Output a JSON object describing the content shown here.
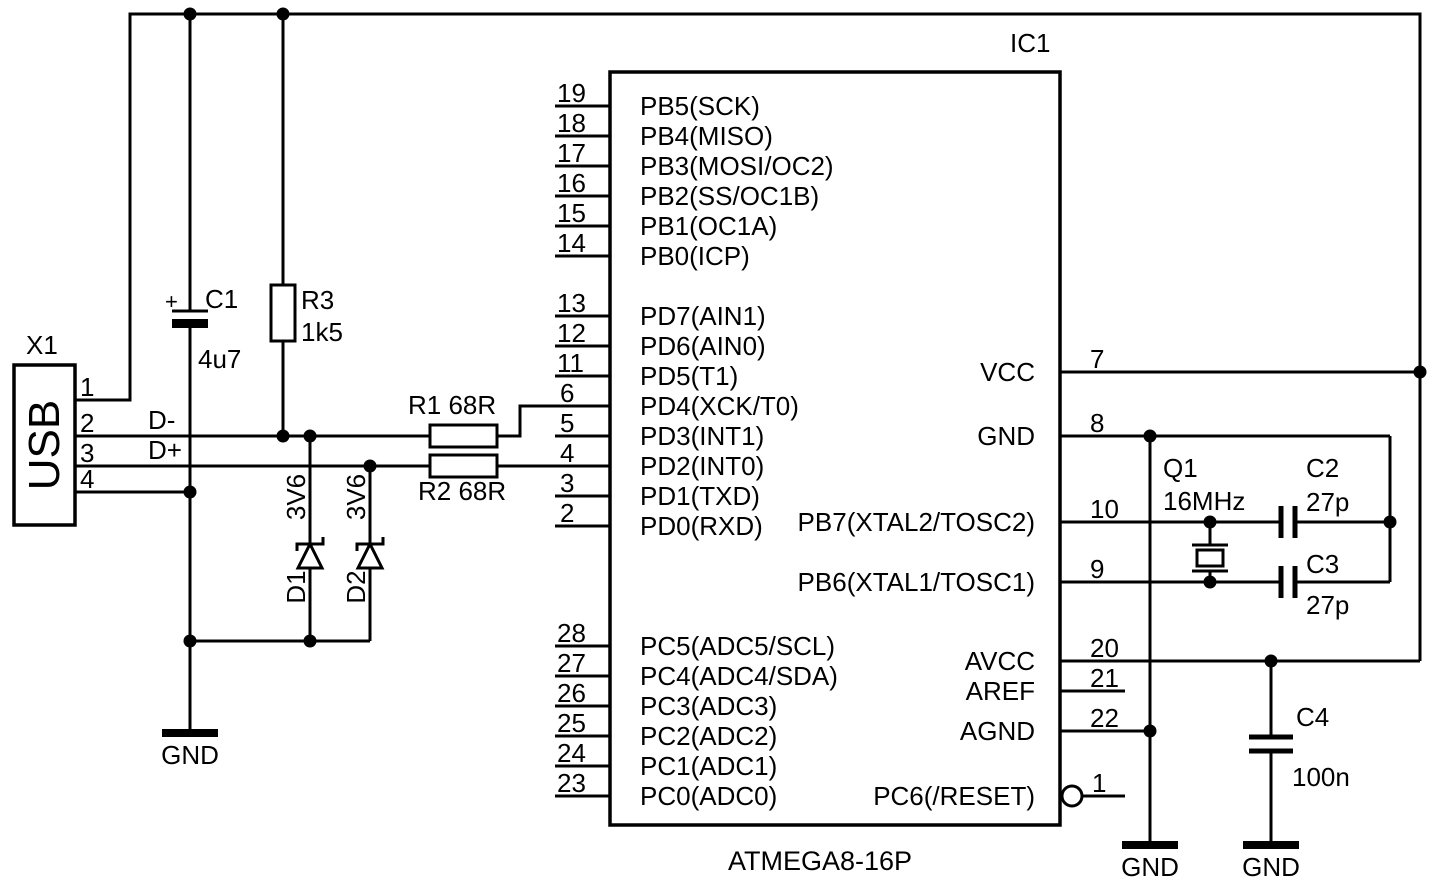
{
  "ic": {
    "designator": "IC1",
    "part": "ATMEGA8-16P",
    "left_pins": [
      {
        "num": "19",
        "label": "PB5(SCK)"
      },
      {
        "num": "18",
        "label": "PB4(MISO)"
      },
      {
        "num": "17",
        "label": "PB3(MOSI/OC2)"
      },
      {
        "num": "16",
        "label": "PB2(SS/OC1B)"
      },
      {
        "num": "15",
        "label": "PB1(OC1A)"
      },
      {
        "num": "14",
        "label": "PB0(ICP)"
      },
      {
        "num": "13",
        "label": "PD7(AIN1)"
      },
      {
        "num": "12",
        "label": "PD6(AIN0)"
      },
      {
        "num": "11",
        "label": "PD5(T1)"
      },
      {
        "num": "6",
        "label": "PD4(XCK/T0)"
      },
      {
        "num": "5",
        "label": "PD3(INT1)"
      },
      {
        "num": "4",
        "label": "PD2(INT0)"
      },
      {
        "num": "3",
        "label": "PD1(TXD)"
      },
      {
        "num": "2",
        "label": "PD0(RXD)"
      },
      {
        "num": "28",
        "label": "PC5(ADC5/SCL)"
      },
      {
        "num": "27",
        "label": "PC4(ADC4/SDA)"
      },
      {
        "num": "26",
        "label": "PC3(ADC3)"
      },
      {
        "num": "25",
        "label": "PC2(ADC2)"
      },
      {
        "num": "24",
        "label": "PC1(ADC1)"
      },
      {
        "num": "23",
        "label": "PC0(ADC0)"
      }
    ],
    "right_pins": [
      {
        "num": "7",
        "label": "VCC"
      },
      {
        "num": "8",
        "label": "GND"
      },
      {
        "num": "10",
        "label": "PB7(XTAL2/TOSC2)"
      },
      {
        "num": "9",
        "label": "PB6(XTAL1/TOSC1)"
      },
      {
        "num": "20",
        "label": "AVCC"
      },
      {
        "num": "21",
        "label": "AREF"
      },
      {
        "num": "22",
        "label": "AGND"
      },
      {
        "num": "1",
        "label": "PC6(/RESET)"
      }
    ]
  },
  "usb": {
    "designator": "X1",
    "label": "USB",
    "pin_numbers": [
      "1",
      "2",
      "3",
      "4"
    ],
    "data_minus": "D-",
    "data_plus": "D+"
  },
  "components": {
    "c1": {
      "designator": "C1",
      "value": "4u7",
      "polarity": "+"
    },
    "r3": {
      "designator": "R3",
      "value": "1k5"
    },
    "r1": {
      "label": "R1 68R"
    },
    "r2": {
      "label": "R2 68R"
    },
    "d1": {
      "designator": "D1",
      "value": "3V6"
    },
    "d2": {
      "designator": "D2",
      "value": "3V6"
    },
    "q1": {
      "designator": "Q1",
      "value": "16MHz"
    },
    "c2": {
      "designator": "C2",
      "value": "27p"
    },
    "c3": {
      "designator": "C3",
      "value": "27p"
    },
    "c4": {
      "designator": "C4",
      "value": "100n"
    }
  },
  "grounds": {
    "g1": "GND",
    "g2": "GND",
    "g3": "GND"
  }
}
